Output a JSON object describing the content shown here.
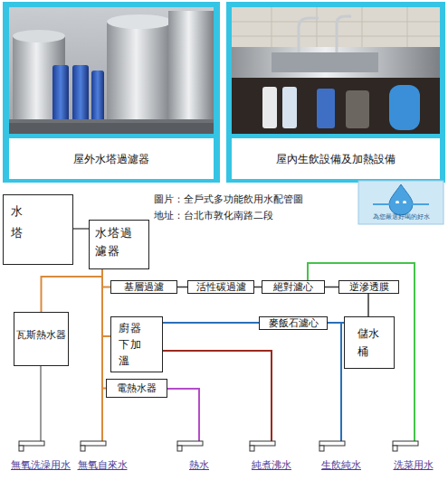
{
  "diagram": {
    "title": "圖片：全戶式多功能飲用水配管圖",
    "nodes": [
      {
        "text": [
          "水塔"
        ]
      },
      {
        "text": [
          "水塔過濾器"
        ]
      },
      {
        "text": [
          "瓦斯熱水器"
        ]
      },
      {
        "text": [
          "基層過濾"
        ]
      },
      {
        "text": [
          "活性碳過濾"
        ]
      },
      {
        "text": [
          "絕對濾心"
        ]
      },
      {
        "text": [
          "逆滲透膜"
        ]
      },
      {
        "text": [
          "廚器下加溫"
        ]
      },
      {
        "text": [
          "麥飯石濾心"
        ]
      },
      {
        "text": [
          "儲水桶"
        ]
      },
      {
        "text": [
          "電熱水器"
        ]
      }
    ],
    "edges": [
      {
        "from": 0,
        "to": 1,
        "arrow": "none"
      },
      {
        "from": 1,
        "to": 3,
        "arrow": "none"
      },
      {
        "from": 1,
        "to": 7,
        "arrow": "none"
      },
      {
        "from": 1,
        "to": 10,
        "arrow": "none"
      },
      {
        "from": 1,
        "to": 2,
        "arrow": "none"
      },
      {
        "from": 3,
        "to": 4,
        "arrow": "none"
      },
      {
        "from": 4,
        "to": 5,
        "arrow": "none"
      },
      {
        "from": 5,
        "to": 6,
        "arrow": "none"
      },
      {
        "from": 6,
        "to": 9,
        "arrow": "none"
      },
      {
        "from": 9,
        "to": 8,
        "arrow": "none"
      },
      {
        "from": 8,
        "to": 7,
        "arrow": "none"
      }
    ],
    "labels": [
      "屋外水塔過濾器",
      "屋內生飲設備及加熱設備",
      "地址：台北市敦化南路二段",
      "為您嚴選好喝的好水",
      "無氧洗澡用水",
      "無氧自來水",
      "熱水",
      "純煮沸水",
      "生飲純水",
      "洗菜用水"
    ]
  }
}
